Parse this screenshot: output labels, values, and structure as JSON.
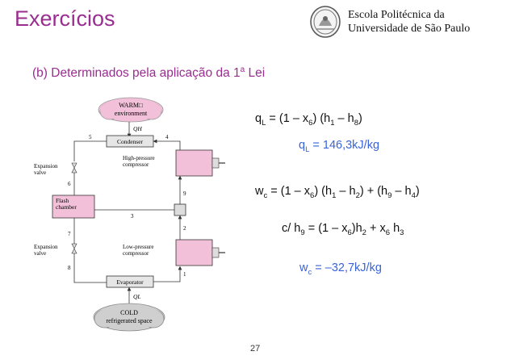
{
  "header": {
    "title": "Exercícios",
    "school_line1": "Escola Politécnica da",
    "school_line2": "Universidade de São Paulo"
  },
  "subtitle": {
    "text": "(b) Determinados pela aplicação da 1",
    "sup": "a",
    "suffix": " Lei"
  },
  "diagram": {
    "warm_label_1": "WARM□",
    "warm_label_2": "environment",
    "qh": "QH",
    "ql": "QL",
    "condenser": "Condenser",
    "evaporator": "Evaporator",
    "flash_1": "Flash",
    "flash_2": "chamber",
    "exp_top_1": "Expansion",
    "exp_top_2": "valve",
    "exp_bot_1": "Expansion",
    "exp_bot_2": "valve",
    "hp_1": "High-pressure",
    "hp_2": "compressor",
    "lp_1": "Low-pressure",
    "lp_2": "compressor",
    "cold_1": "COLD",
    "cold_2": "refrigerated space",
    "states": [
      "1",
      "2",
      "3",
      "4",
      "5",
      "6",
      "7",
      "8",
      "9"
    ]
  },
  "equations": {
    "eq1": {
      "a": "q",
      "a_sub": "L",
      "b": " = (1 – x",
      "b_sub": "6",
      "c": ") (h",
      "c_sub": "1",
      "d": " – h",
      "d_sub": "8",
      "e": ")"
    },
    "res1": {
      "a": "q",
      "a_sub": "L",
      "b": " = 146,3kJ/kg"
    },
    "eq2": {
      "a": "w",
      "a_sub": "c",
      "b": " = (1 – x",
      "b_sub": "6",
      "c": ") (h",
      "c_sub": "1",
      "d": " – h",
      "d_sub": "2",
      "e": ") + (h",
      "e_sub": "9",
      "f": " – h",
      "f_sub": "4",
      "g": ")"
    },
    "eq3": {
      "a": "c/ h",
      "a_sub": "9",
      "b": " = (1 – x",
      "b_sub": "6",
      "c": ")h",
      "c_sub": "2",
      "d": " + x",
      "d_sub": "6",
      "e": " h",
      "e_sub": "3"
    },
    "res2": {
      "a": "w",
      "a_sub": "c",
      "b": " = –32,7kJ/kg"
    }
  },
  "footer": {
    "page": "27"
  },
  "colors": {
    "title": "#9a2d8f",
    "result": "#3a63d9",
    "component_fill": "#f2c0d8"
  }
}
